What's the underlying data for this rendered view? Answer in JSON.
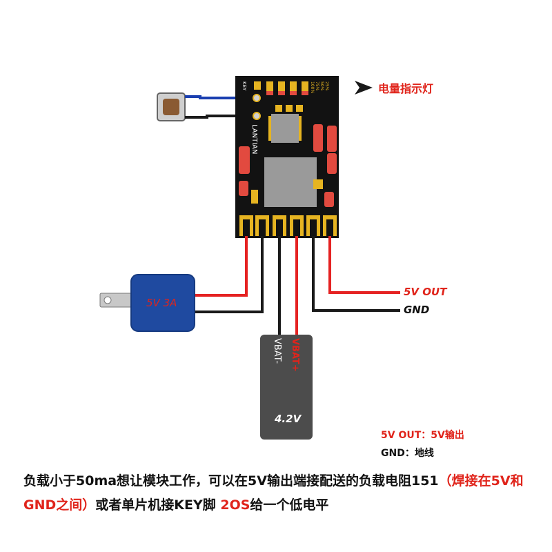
{
  "colors": {
    "wire_red": "#e52222",
    "wire_black": "#1a1a1a",
    "wire_blue": "#1a3fb0",
    "pcb": "#121212",
    "gold": "#e6b421",
    "resistor": "#e24a3f",
    "chip": "#9a9a9a",
    "adapter": "#1f4aa0",
    "battery": "#4c4c4c",
    "label_red": "#e0241b",
    "text": "#111111"
  },
  "indicator": {
    "label": "电量指示灯"
  },
  "pcb": {
    "brand": "LANTIAN",
    "key_pin": "KEY",
    "levels": [
      "25%",
      "50%",
      "75%",
      "100%"
    ]
  },
  "adapter": {
    "label": "5V 3A"
  },
  "battery": {
    "pos": "VBAT+",
    "neg": "VBAT-",
    "voltage": "4.2V"
  },
  "outputs": {
    "vout": "5V OUT",
    "gnd": "GND"
  },
  "legend": {
    "line1": "5V OUT：5V输出",
    "line2": "GND：地线"
  },
  "notes": {
    "part1": "负载小于50ma想让模块工作，可以在5V输出端接配送的负载电阻151",
    "part2": "（焊接在5V和GND之间）",
    "part3": "或者单片机接KEY脚 ",
    "part4": "2OS",
    "part5": "给一个低电平"
  }
}
